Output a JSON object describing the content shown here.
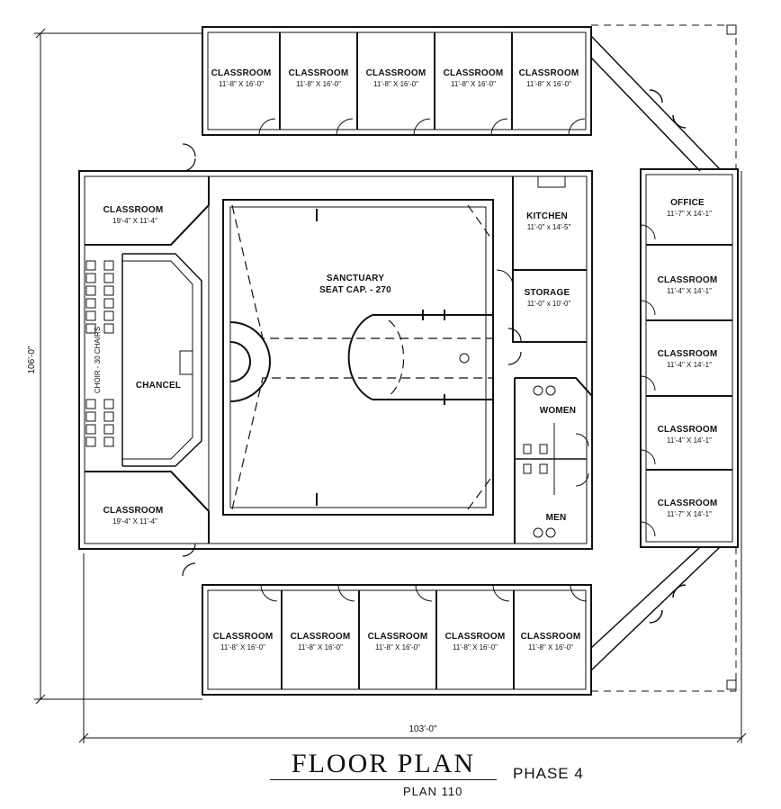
{
  "plan": {
    "title": "FLOOR PLAN",
    "phase": "PHASE 4",
    "number": "PLAN 110",
    "width_dimension": "103'-0\"",
    "height_dimension": "106'-0\""
  },
  "rooms": {
    "top_classrooms": [
      {
        "name": "CLASSROOM",
        "size": "11'-8\" X 16'-0\""
      },
      {
        "name": "CLASSROOM",
        "size": "11'-8\" X 16'-0\""
      },
      {
        "name": "CLASSROOM",
        "size": "11'-8\" X 16'-0\""
      },
      {
        "name": "CLASSROOM",
        "size": "11'-8\" X 16'-0\""
      },
      {
        "name": "CLASSROOM",
        "size": "11'-8\" X 16'-0\""
      }
    ],
    "bottom_classrooms": [
      {
        "name": "CLASSROOM",
        "size": "11'-8\" X 16'-0\""
      },
      {
        "name": "CLASSROOM",
        "size": "11'-8\" X 16'-0\""
      },
      {
        "name": "CLASSROOM",
        "size": "11'-8\" X 16'-0\""
      },
      {
        "name": "CLASSROOM",
        "size": "11'-8\" X 16'-0\""
      },
      {
        "name": "CLASSROOM",
        "size": "11'-8\" X 16'-0\""
      }
    ],
    "right_rooms": [
      {
        "name": "OFFICE",
        "size": "11'-7\" X 14'-1\""
      },
      {
        "name": "CLASSROOM",
        "size": "11'-4\" X 14'-1\""
      },
      {
        "name": "CLASSROOM",
        "size": "11'-4\" X 14'-1\""
      },
      {
        "name": "CLASSROOM",
        "size": "11'-4\" X 14'-1\""
      },
      {
        "name": "CLASSROOM",
        "size": "11'-7\" X 14'-1\""
      }
    ],
    "left_top": {
      "name": "CLASSROOM",
      "size": "19'-4\" X 11'-4\""
    },
    "left_bottom": {
      "name": "CLASSROOM",
      "size": "19'-4\" X 11'-4\""
    },
    "chancel": "CHANCEL",
    "choir": "CHOIR - 30 CHAIRS",
    "sanctuary": {
      "name": "SANCTUARY",
      "capacity": "SEAT CAP. - 270"
    },
    "kitchen": {
      "name": "KITCHEN",
      "size": "11'-0\" x 14'-5\""
    },
    "storage": {
      "name": "STORAGE",
      "size": "11'-0\" x 10'-0\""
    },
    "women": "WOMEN",
    "men": "MEN"
  }
}
